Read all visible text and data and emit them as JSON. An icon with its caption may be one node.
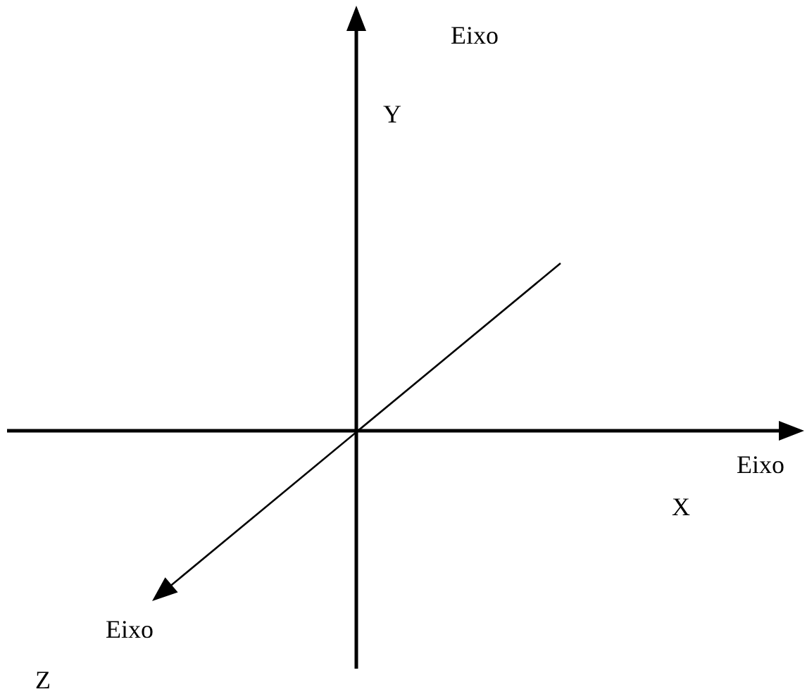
{
  "diagram": {
    "labels": [
      "Eixo",
      "Y",
      "Eixo",
      "X",
      "Eixo",
      "Z"
    ]
  }
}
